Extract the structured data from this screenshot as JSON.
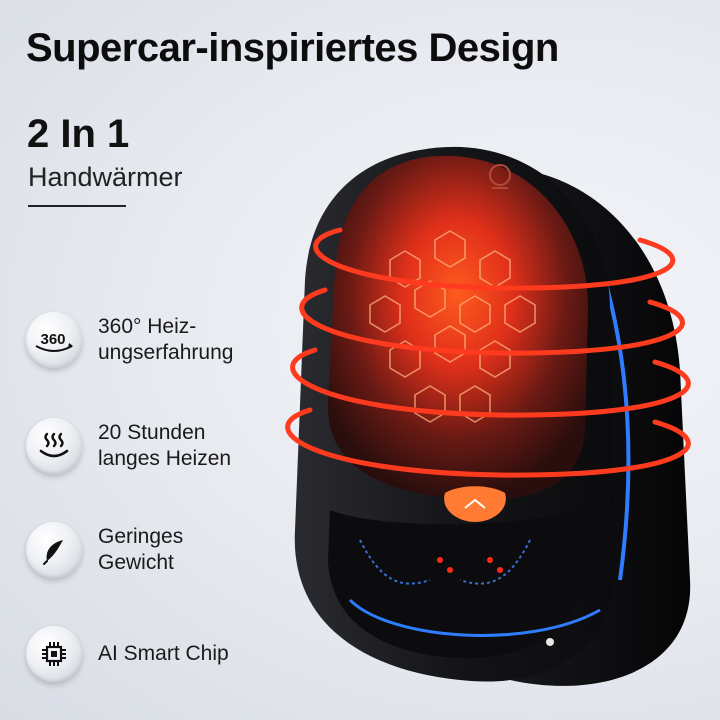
{
  "headline": "Supercar-inspiriertes Design",
  "subtitle": {
    "main": "2 In 1",
    "sub": "Handwärmer"
  },
  "features": [
    {
      "icon": "rotation-360-icon",
      "lines": [
        "360° Heiz-",
        "ungserfahrung"
      ]
    },
    {
      "icon": "heat-waves-icon",
      "lines": [
        "20 Stunden",
        "langes Heizen"
      ]
    },
    {
      "icon": "feather-icon",
      "lines": [
        "Geringes",
        "Gewicht"
      ]
    },
    {
      "icon": "chip-icon",
      "lines": [
        "AI Smart Chip"
      ]
    }
  ],
  "badge_360": "360",
  "colors": {
    "heat": "#ff3b1f",
    "glow": "#ff6a2a",
    "accent_blue": "#2f7dff",
    "button": "#ff7a33",
    "body": "#17181b"
  }
}
